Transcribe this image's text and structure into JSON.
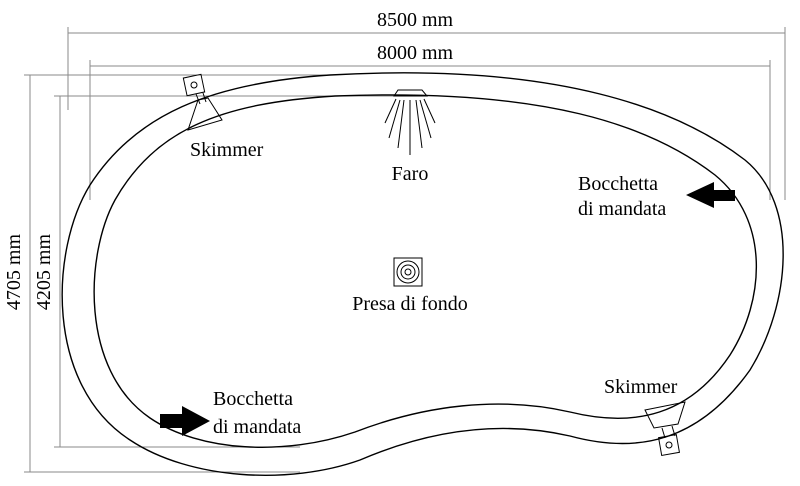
{
  "dimensions": {
    "outer_width": "8500 mm",
    "inner_width": "8000 mm",
    "outer_height": "4705 mm",
    "inner_height": "4205 mm"
  },
  "labels": {
    "skimmer_top": "Skimmer",
    "faro": "Faro",
    "bocchetta_right_line1": "Bocchetta",
    "bocchetta_right_line2": "di mandata",
    "presa_di_fondo": "Presa di fondo",
    "skimmer_bottom": "Skimmer",
    "bocchetta_left_line1": "Bocchetta",
    "bocchetta_left_line2": "di mandata"
  }
}
